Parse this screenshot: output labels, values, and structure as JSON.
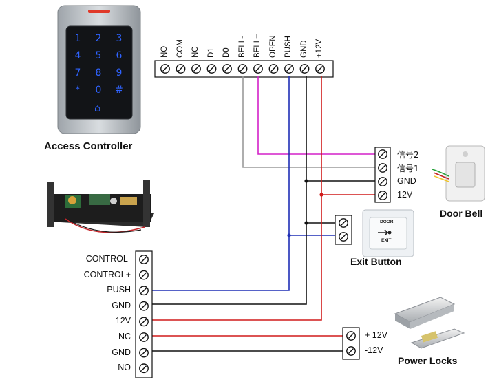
{
  "access_controller": {
    "caption": "Access Controller",
    "keypad_keys": [
      "1",
      "2",
      "3",
      "4",
      "5",
      "6",
      "7",
      "8",
      "9",
      "*",
      "0",
      "#"
    ],
    "bell_symbol": "⌂"
  },
  "top_terminals": [
    "NO",
    "COM",
    "NC",
    "D1",
    "D0",
    "BELL-",
    "BELL+",
    "OPEN",
    "PUSH",
    "GND",
    "+12V"
  ],
  "power_supply": {
    "terminals": [
      "CONTROL-",
      "CONTROL+",
      "PUSH",
      "GND",
      "12V",
      "NC",
      "GND",
      "NO"
    ]
  },
  "door_bell": {
    "caption": "Door Bell",
    "terminals": [
      "信号2",
      "信号1",
      "GND",
      "12V"
    ]
  },
  "exit_button": {
    "caption": "Exit Button",
    "plate_text_top": "DOOR",
    "plate_text_bottom": "EXIT"
  },
  "power_locks": {
    "caption": "Power Locks",
    "terminals": [
      "+ 12V",
      "-12V"
    ]
  },
  "colors": {
    "blue_wire": "#1f2fb5",
    "black_wire": "#111111",
    "red_wire": "#d01a1a",
    "magenta_wire": "#d321c8",
    "gray_wire": "#9a9a9a"
  }
}
